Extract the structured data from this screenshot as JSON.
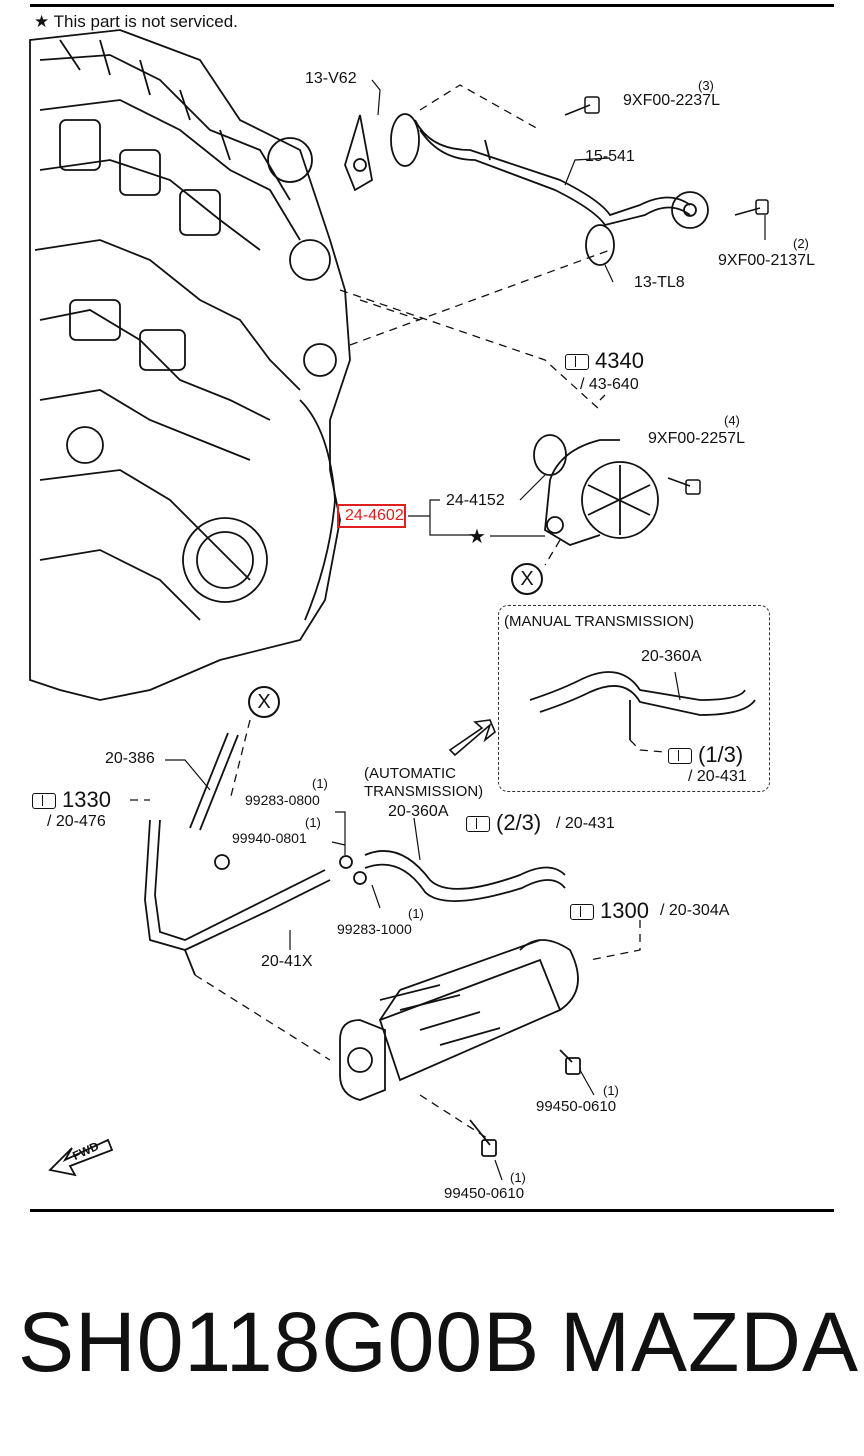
{
  "note": "★ This part is not serviced.",
  "highlighted_part": "24-4602",
  "parts": {
    "p13v62": "13-V62",
    "p15541": "15-541",
    "p13tl8": "13-TL8",
    "p9xf2237": "9XF00-2237L",
    "p9xf2237_qty": "(3)",
    "p9xf2137": "9XF00-2137L",
    "p9xf2137_qty": "(2)",
    "p9xf2257": "9XF00-2257L",
    "p9xf2257_qty": "(4)",
    "p244152": "24-4152",
    "p20386": "20-386",
    "p99283_0800": "99283-0800",
    "p99283_0800_qty": "(1)",
    "p99940_0801": "99940-0801",
    "p99940_0801_qty": "(1)",
    "p99283_1000": "99283-1000",
    "p99283_1000_qty": "(1)",
    "p2041x": "20-41X",
    "p20360a_auto": "20-360A",
    "p20360a_manual": "20-360A",
    "p99450_0610_a": "99450-0610",
    "p99450_0610_a_qty": "(1)",
    "p99450_0610_b": "99450-0610",
    "p99450_0610_b_qty": "(1)"
  },
  "refs": {
    "r4340": "4340",
    "r43640": "/ 43-640",
    "r1330": "1330",
    "r20476": "/ 20-476",
    "r2_3": "(2/3)",
    "r20431_a": "/ 20-431",
    "r1_3": "(1/3)",
    "r20431_b": "/ 20-431",
    "r1300": "1300",
    "r20304a": "/ 20-304A"
  },
  "manual_transmission": "(MANUAL TRANSMISSION)",
  "automatic_transmission_1": "(AUTOMATIC",
  "automatic_transmission_2": "TRANSMISSION)",
  "circle_x": "X",
  "fwd": "FWD",
  "star": "★",
  "footer": {
    "part_number": "SH0118G00B",
    "brand": "MAZDA"
  }
}
